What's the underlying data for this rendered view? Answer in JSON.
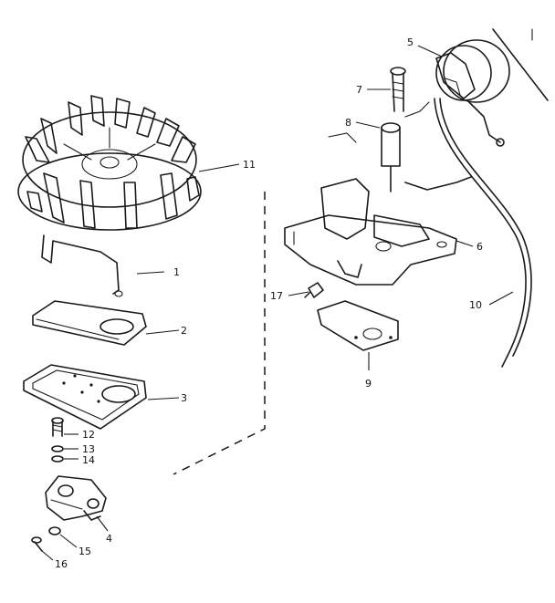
{
  "diagram": {
    "callouts": [
      "1",
      "2",
      "3",
      "4",
      "5",
      "6",
      "7",
      "8",
      "9",
      "10",
      "11",
      "12",
      "13",
      "14",
      "15",
      "16",
      "17"
    ],
    "colors": {
      "ink": "#1a1a1a",
      "paper": "#ffffff"
    }
  }
}
